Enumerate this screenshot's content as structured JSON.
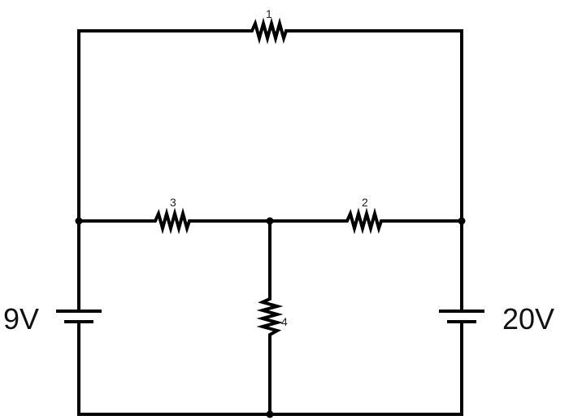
{
  "circuit": {
    "resistors": [
      {
        "label": "1"
      },
      {
        "label": "2"
      },
      {
        "label": "3"
      },
      {
        "label": "4"
      }
    ],
    "sources": [
      {
        "label": "9V"
      },
      {
        "label": "20V"
      }
    ]
  },
  "colors": {
    "wire": "#000000",
    "background": "#ffffff"
  }
}
